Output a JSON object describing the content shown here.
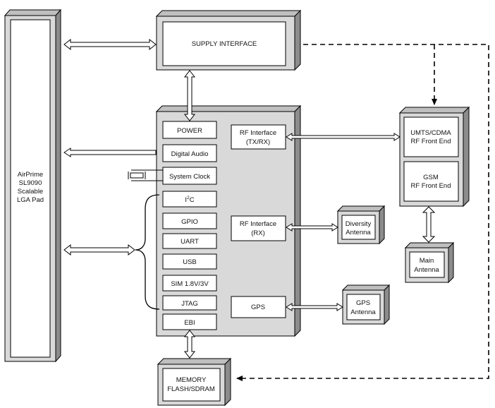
{
  "pad": {
    "lines": [
      "AirPrime",
      "SL9090",
      "Scalable",
      "LGA Pad"
    ]
  },
  "supply_interface": "SUPPLY INTERFACE",
  "module": {
    "power": "POWER",
    "digital_audio": "Digital Audio",
    "system_clock": "System Clock",
    "i2c": {
      "main": "I",
      "sup": "2",
      "tail": "C"
    },
    "gpio": "GPIO",
    "uart": "UART",
    "usb": "USB",
    "sim": "SIM 1.8V/3V",
    "jtag": "JTAG",
    "ebi": "EBI",
    "rf_tx_rx": [
      "RF Interface",
      "(TX/RX)"
    ],
    "rf_rx": [
      "RF Interface",
      "(RX)"
    ],
    "gps": "GPS"
  },
  "front_end": {
    "umts": [
      "UMTS/CDMA",
      "RF Front End"
    ],
    "gsm": [
      "GSM",
      "RF Front End"
    ]
  },
  "antennas": {
    "diversity": [
      "Diversity",
      "Antenna"
    ],
    "main": [
      "Main",
      "Antenna"
    ],
    "gps": [
      "GPS",
      "Antenna"
    ]
  },
  "memory": [
    "MEMORY",
    "FLASH/SDRAM"
  ]
}
